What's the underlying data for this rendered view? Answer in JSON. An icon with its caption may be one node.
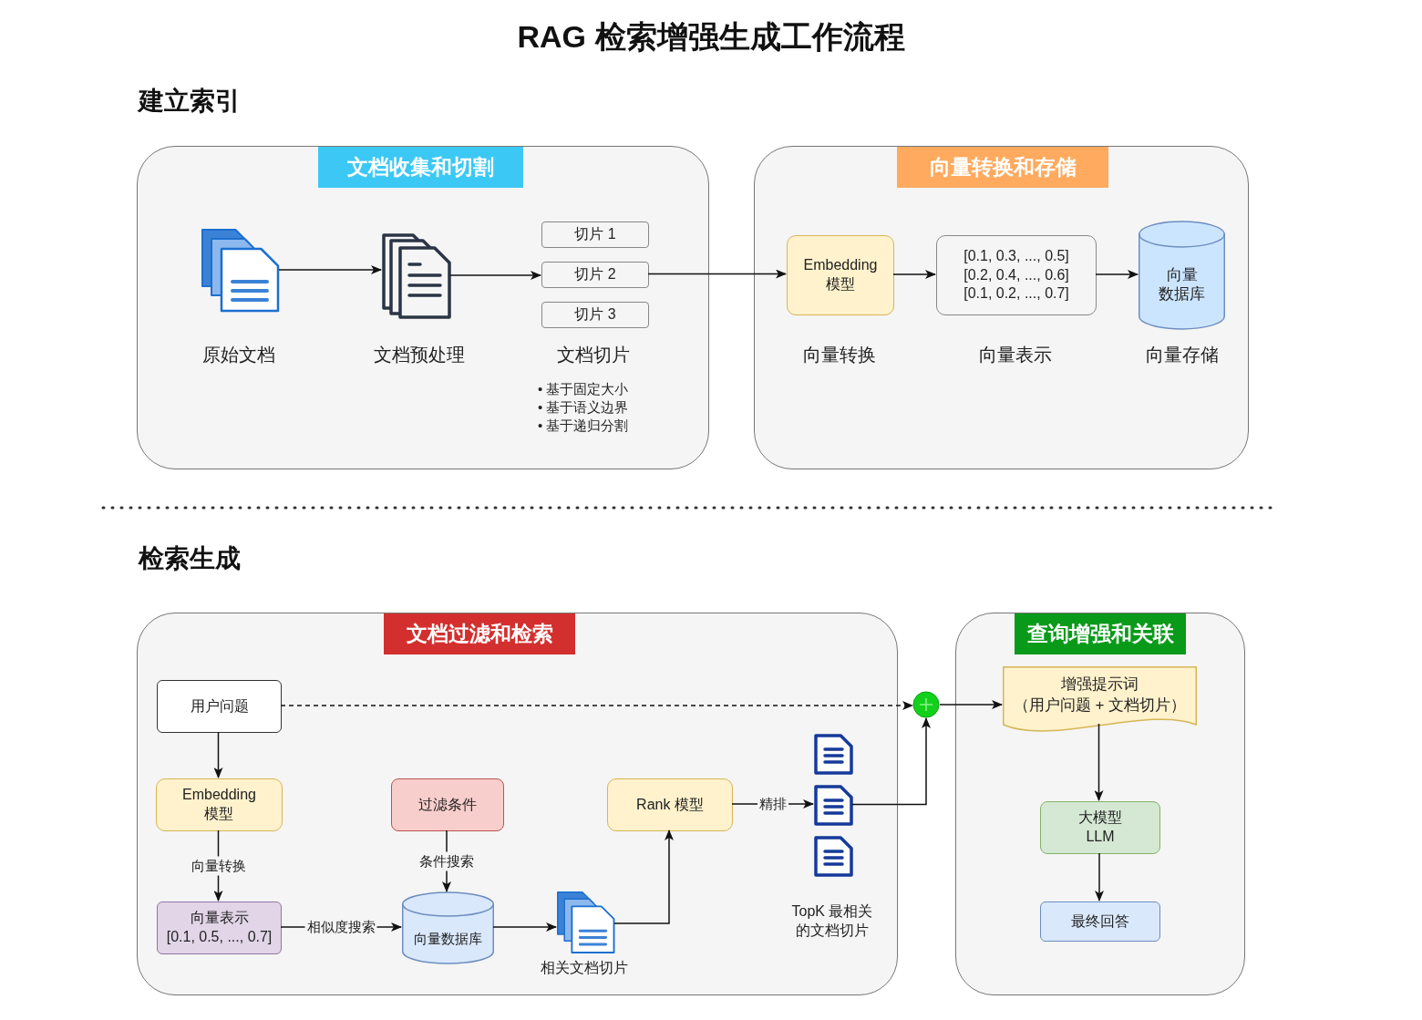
{
  "diagram": {
    "title": "RAG 检索增强生成工作流程",
    "nodes": [
      {
        "text": [
          "文档收集和切割"
        ]
      },
      {
        "text": [],
        "shape": "picture",
        "in": 0,
        "beside": [
          "原始文档"
        ]
      },
      {
        "text": [],
        "shape": "picture",
        "in": 0,
        "beside": [
          "文档预处理"
        ]
      },
      {
        "text": [
          "切片 1"
        ],
        "in": 0
      },
      {
        "text": [
          "切片 2"
        ],
        "in": 0
      },
      {
        "text": [
          "切片 3"
        ],
        "in": 0,
        "beside": [
          "文档切片"
        ]
      },
      {
        "text": [
          "向量转换和存储"
        ]
      },
      {
        "text": [
          "Embedding 模型"
        ],
        "in": 6,
        "beside": [
          "向量转换"
        ]
      },
      {
        "text": [
          "[0.1, 0.3, ..., 0.5] [0.2, 0.4, ..., 0.6] [0.1, 0.2, ..., 0.7]"
        ],
        "in": 6,
        "beside": [
          "向量表示"
        ]
      },
      {
        "text": [
          "向量数据库"
        ],
        "in": 6,
        "beside": [
          "向量存储"
        ]
      },
      {
        "text": [
          "文档过滤和检索"
        ]
      },
      {
        "text": [
          "用户问题"
        ],
        "in": 10
      },
      {
        "text": [
          "Embedding 模型"
        ],
        "in": 10
      },
      {
        "text": [
          "向量表示 [0.1, 0.5, ..., 0.7]"
        ],
        "in": 10
      },
      {
        "text": [
          "过滤条件"
        ],
        "in": 10
      },
      {
        "text": [
          "向量数据库"
        ],
        "in": 10
      },
      {
        "text": [],
        "shape": "picture",
        "in": 10,
        "beside": [
          "相关文档切片"
        ]
      },
      {
        "text": [
          "Rank 模型"
        ],
        "in": 10
      },
      {
        "text": [],
        "shape": "picture",
        "in": 10
      },
      {
        "text": [],
        "shape": "picture",
        "in": 10
      },
      {
        "text": [],
        "shape": "picture",
        "in": 10,
        "beside": [
          "TopK 最相关的文档切片"
        ]
      },
      {
        "text": [],
        "shape": "circle"
      },
      {
        "text": [
          "查询增强和关联"
        ]
      },
      {
        "text": [
          "增强提示词（用户问题 + 文档切片）"
        ],
        "in": 22
      },
      {
        "text": [
          "大模型 LLM"
        ],
        "in": 22
      },
      {
        "text": [
          "最终回答"
        ],
        "in": 22
      }
    ],
    "edges": [
      {
        "from": 1,
        "to": 2,
        "arrow": "to"
      },
      {
        "from": 2,
        "to": 4,
        "arrow": "to"
      },
      {
        "from": 4,
        "to": 7,
        "arrow": "to"
      },
      {
        "from": 7,
        "to": 8,
        "arrow": "to"
      },
      {
        "from": 8,
        "to": 9,
        "arrow": "to"
      },
      {
        "from": 11,
        "to": 12,
        "arrow": "to"
      },
      {
        "from": 12,
        "to": 13,
        "arrow": "to",
        "label": "向量转换"
      },
      {
        "from": 13,
        "to": 15,
        "arrow": "to",
        "label": "相似度搜索"
      },
      {
        "from": 14,
        "to": 15,
        "arrow": "to",
        "label": "条件搜索"
      },
      {
        "from": 15,
        "to": 16,
        "arrow": "to"
      },
      {
        "from": 16,
        "to": 17,
        "arrow": "to"
      },
      {
        "from": 17,
        "to": 19,
        "arrow": "to",
        "label": "精排"
      },
      {
        "from": 19,
        "to": 21,
        "arrow": "to"
      },
      {
        "from": 11,
        "to": 21,
        "arrow": "to",
        "style": "dashed"
      },
      {
        "from": 21,
        "to": 23,
        "arrow": "to"
      },
      {
        "from": 23,
        "to": 24,
        "arrow": "to"
      },
      {
        "from": 24,
        "to": 25,
        "arrow": "to"
      }
    ],
    "labels": [
      "建立索引",
      "• 基于固定大小",
      "• 基于语义边界",
      "• 基于递归分割",
      "检索生成"
    ]
  }
}
